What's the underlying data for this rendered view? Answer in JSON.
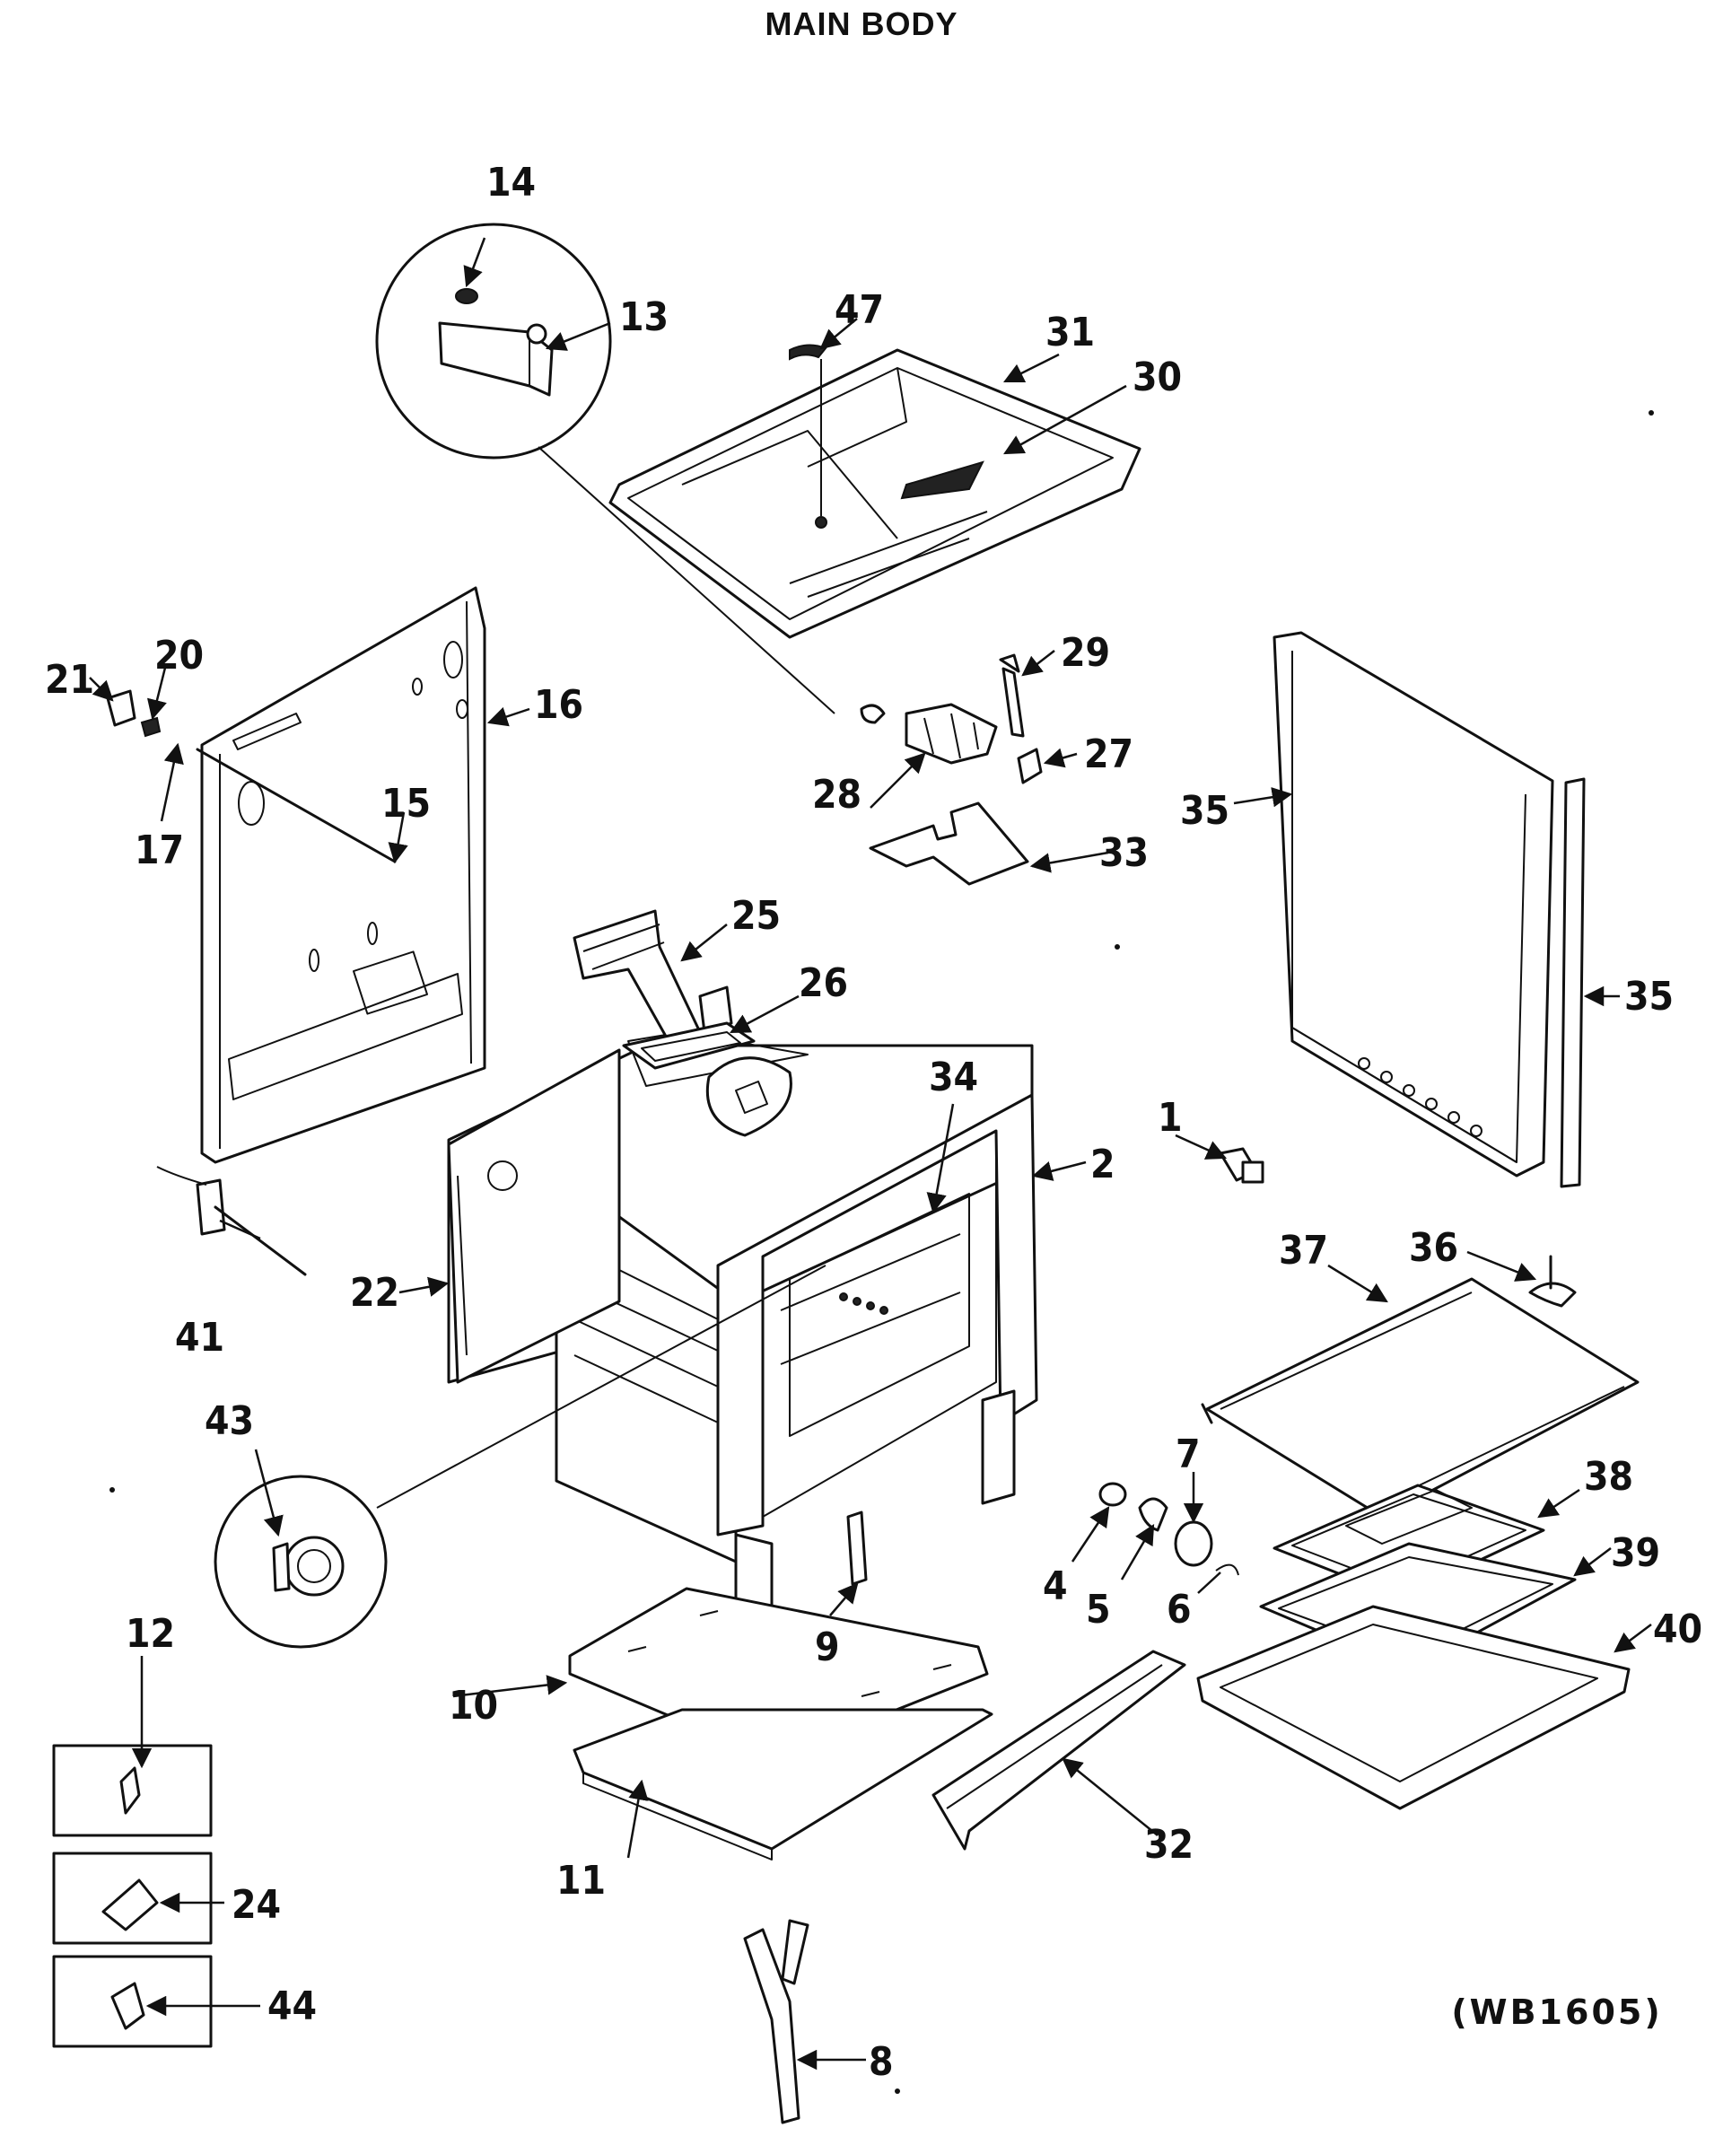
{
  "title": "MAIN BODY",
  "diagram_code": "(WB1605)",
  "callouts": {
    "c1": "1",
    "c2": "2",
    "c4": "4",
    "c5": "5",
    "c6": "6",
    "c7": "7",
    "c8": "8",
    "c9": "9",
    "c10": "10",
    "c11": "11",
    "c12": "12",
    "c13": "13",
    "c14": "14",
    "c15": "15",
    "c16": "16",
    "c17": "17",
    "c20": "20",
    "c21": "21",
    "c22": "22",
    "c24": "24",
    "c25": "25",
    "c26": "26",
    "c27": "27",
    "c28": "28",
    "c29": "29",
    "c30": "30",
    "c31": "31",
    "c32": "32",
    "c33": "33",
    "c34": "34",
    "c35a": "35",
    "c35b": "35",
    "c36": "36",
    "c37": "37",
    "c38": "38",
    "c39": "39",
    "c40": "40",
    "c41": "41",
    "c43": "43",
    "c44": "44",
    "c47": "47"
  }
}
